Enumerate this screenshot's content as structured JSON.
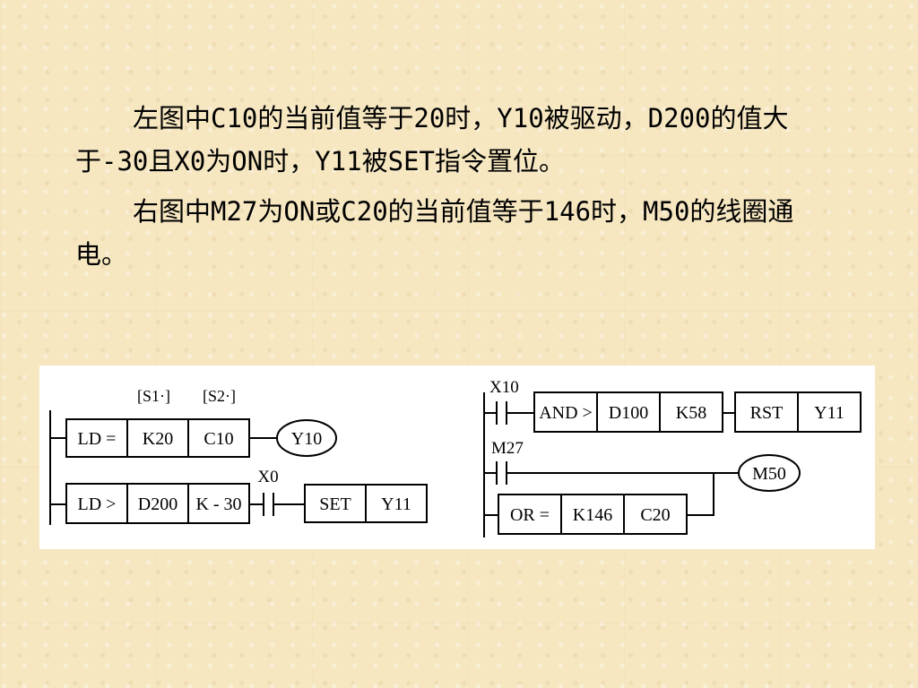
{
  "paragraphs": [
    "左图中C10的当前值等于20时，Y10被驱动，D200的值大于-30且X0为ON时，Y11被SET指令置位。",
    "右图中M27为ON或C20的当前值等于146时，M50的线圈通电。"
  ],
  "left_diagram": {
    "label_s1": "[S1·]",
    "label_s2": "[S2·]",
    "rung1": {
      "instr": "LD =",
      "op1": "K20",
      "op2": "C10",
      "coil": "Y10"
    },
    "rung2": {
      "instr": "LD >",
      "op1": "D200",
      "op2": "K - 30",
      "contact": "X0",
      "cmd": "SET",
      "target": "Y11"
    }
  },
  "right_diagram": {
    "contact1": "X10",
    "rung1": {
      "instr": "AND >",
      "op1": "D100",
      "op2": "K58",
      "cmd": "RST",
      "target": "Y11"
    },
    "contact2": "M27",
    "coil": "M50",
    "rung2": {
      "instr": "OR =",
      "op1": "K146",
      "op2": "C20"
    }
  }
}
